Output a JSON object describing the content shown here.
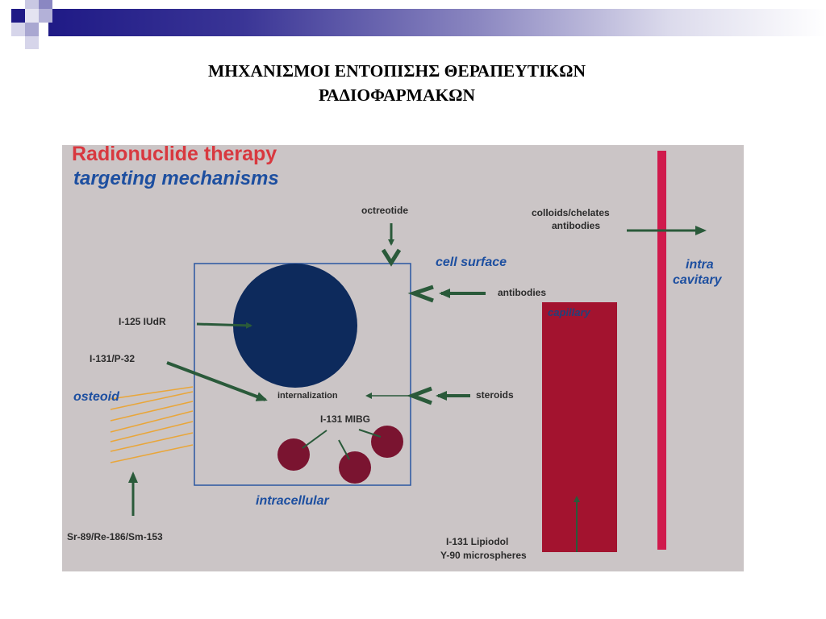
{
  "title": {
    "line1": "ΜΗΧΑΝΙΣΜΟΙ ΕΝΤΟΠΙΣΗΣ ΘΕΡΑΠΕΥΤΙΚΩΝ",
    "line2": "ΡΑΔΙΟΦΑΡΜΑΚΩΝ"
  },
  "figure": {
    "heading1": "Radionuclide therapy",
    "heading2": "targeting mechanisms",
    "labels": {
      "octreotide": "octreotide",
      "colloids": "colloids/chelates",
      "antibodies_top": "antibodies",
      "cell_surface": "cell surface",
      "intra": "intra",
      "cavitary": "cavitary",
      "antibodies": "antibodies",
      "capillary": "capillary",
      "i125": "I-125 IUdR",
      "i131p32": "I-131/P-32",
      "osteoid": "osteoid",
      "internalization": "internalization",
      "steroids": "steroids",
      "mibg": "I-131 MIBG",
      "intracellular": "intracellular",
      "srre": "Sr-89/Re-186/Sm-153",
      "lipiodol": "I-131 Lipiodol",
      "y90": "Y-90 microspheres"
    },
    "colors": {
      "background": "#cbc5c6",
      "heading_red": "#d8383f",
      "heading_blue": "#1d4fa0",
      "arrow_green": "#2a5a3a",
      "nucleus": "#0d2a5c",
      "capillary": "#a3132f",
      "cavity_line": "#d01a4c",
      "granules": "#7a1430",
      "osteoid_lines": "#e9a63a"
    }
  }
}
